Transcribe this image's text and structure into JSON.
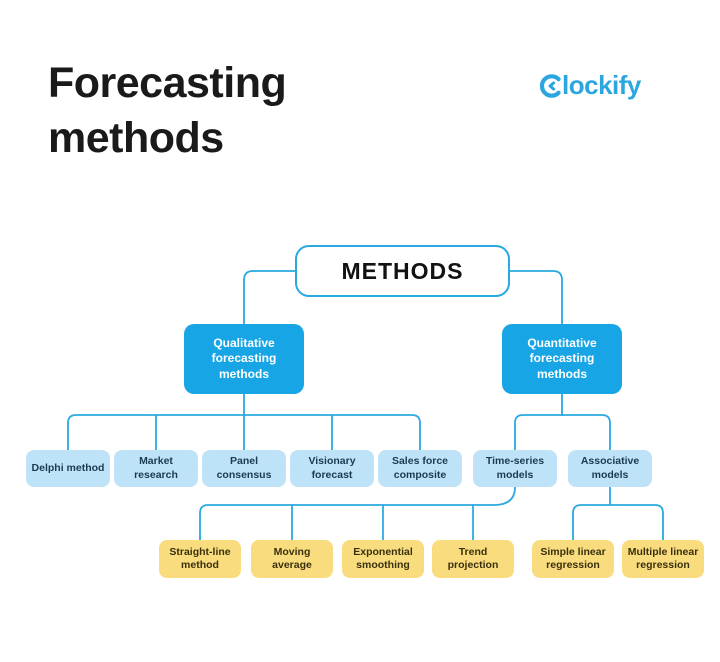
{
  "title": {
    "line1": "Forecasting",
    "line2": "methods"
  },
  "logo": {
    "brand": "Clockify",
    "text_after_icon": "lockify",
    "color": "#2CA6E0"
  },
  "colors": {
    "connector_blue": "#2AA9E0",
    "branch_box_blue": "#18A5E6",
    "leaf_box_light_blue": "#BEE3F8",
    "leaf_box_yellow": "#F9DC7D",
    "title_text": "#1a1a1a",
    "root_text": "#121212"
  },
  "diagram": {
    "root_label": "METHODS",
    "branches": [
      {
        "label": "Qualitative forecasting methods"
      },
      {
        "label": "Quantitative forecasting methods"
      }
    ],
    "qualitative_children": [
      {
        "label": "Delphi method"
      },
      {
        "label": "Market research"
      },
      {
        "label": "Panel consensus"
      },
      {
        "label": "Visionary forecast"
      },
      {
        "label": "Sales force composite"
      }
    ],
    "quantitative_children": [
      {
        "label": "Time-series models"
      },
      {
        "label": "Associative models"
      }
    ],
    "time_series_children": [
      {
        "label": "Straight-line method"
      },
      {
        "label": "Moving average"
      },
      {
        "label": "Exponential smoothing"
      },
      {
        "label": "Trend projection"
      }
    ],
    "associative_children": [
      {
        "label": "Simple linear regression"
      },
      {
        "label": "Multiple linear regression"
      }
    ]
  }
}
